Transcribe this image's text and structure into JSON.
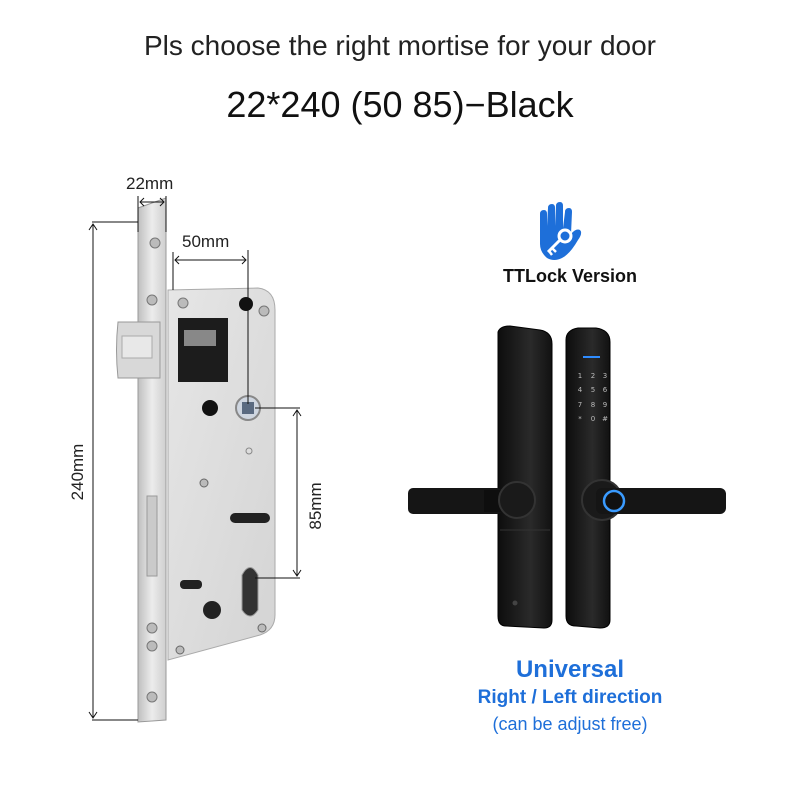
{
  "header": {
    "subtitle": "Pls choose the right mortise for your door",
    "title": "22*240 (50 85)−Black"
  },
  "mortise_diagram": {
    "dimensions": {
      "faceplate_width": "22mm",
      "backset": "50mm",
      "total_height": "240mm",
      "center_distance": "85mm"
    },
    "material_color": "#d9d9d9"
  },
  "product": {
    "brand_icon": "hand-key-icon",
    "brand_label": "TTLock Version",
    "brand_color": "#1e6fd9",
    "keypad_keys": [
      "1",
      "2",
      "3",
      "4",
      "5",
      "6",
      "7",
      "8",
      "9",
      "*",
      "0",
      "#"
    ],
    "finish_color": "#111111"
  },
  "features": {
    "headline": "Universal",
    "direction": "Right / Left direction",
    "note": "(can be adjust free)"
  }
}
